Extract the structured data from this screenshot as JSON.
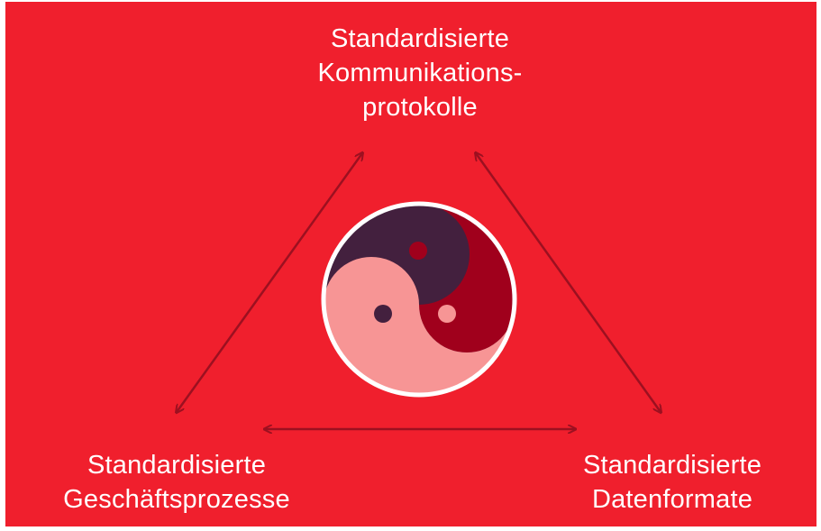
{
  "nodes": {
    "top": [
      "Standardisierte",
      "Kommunikations-",
      "protokolle"
    ],
    "left": [
      "Standardisierte",
      "Geschäftsprozesse"
    ],
    "right": [
      "Standardisierte",
      "Datenformate"
    ]
  },
  "colors": {
    "background": "#f01f2d",
    "arrow": "#9c1020",
    "circle_border": "#ffffff",
    "segment_dark_purple": "#43203e",
    "segment_dark_red": "#a0001c",
    "segment_pink": "#f79595"
  },
  "icons": {
    "center": "three-part-yin-yang-icon",
    "edge": "double-headed-arrow"
  }
}
